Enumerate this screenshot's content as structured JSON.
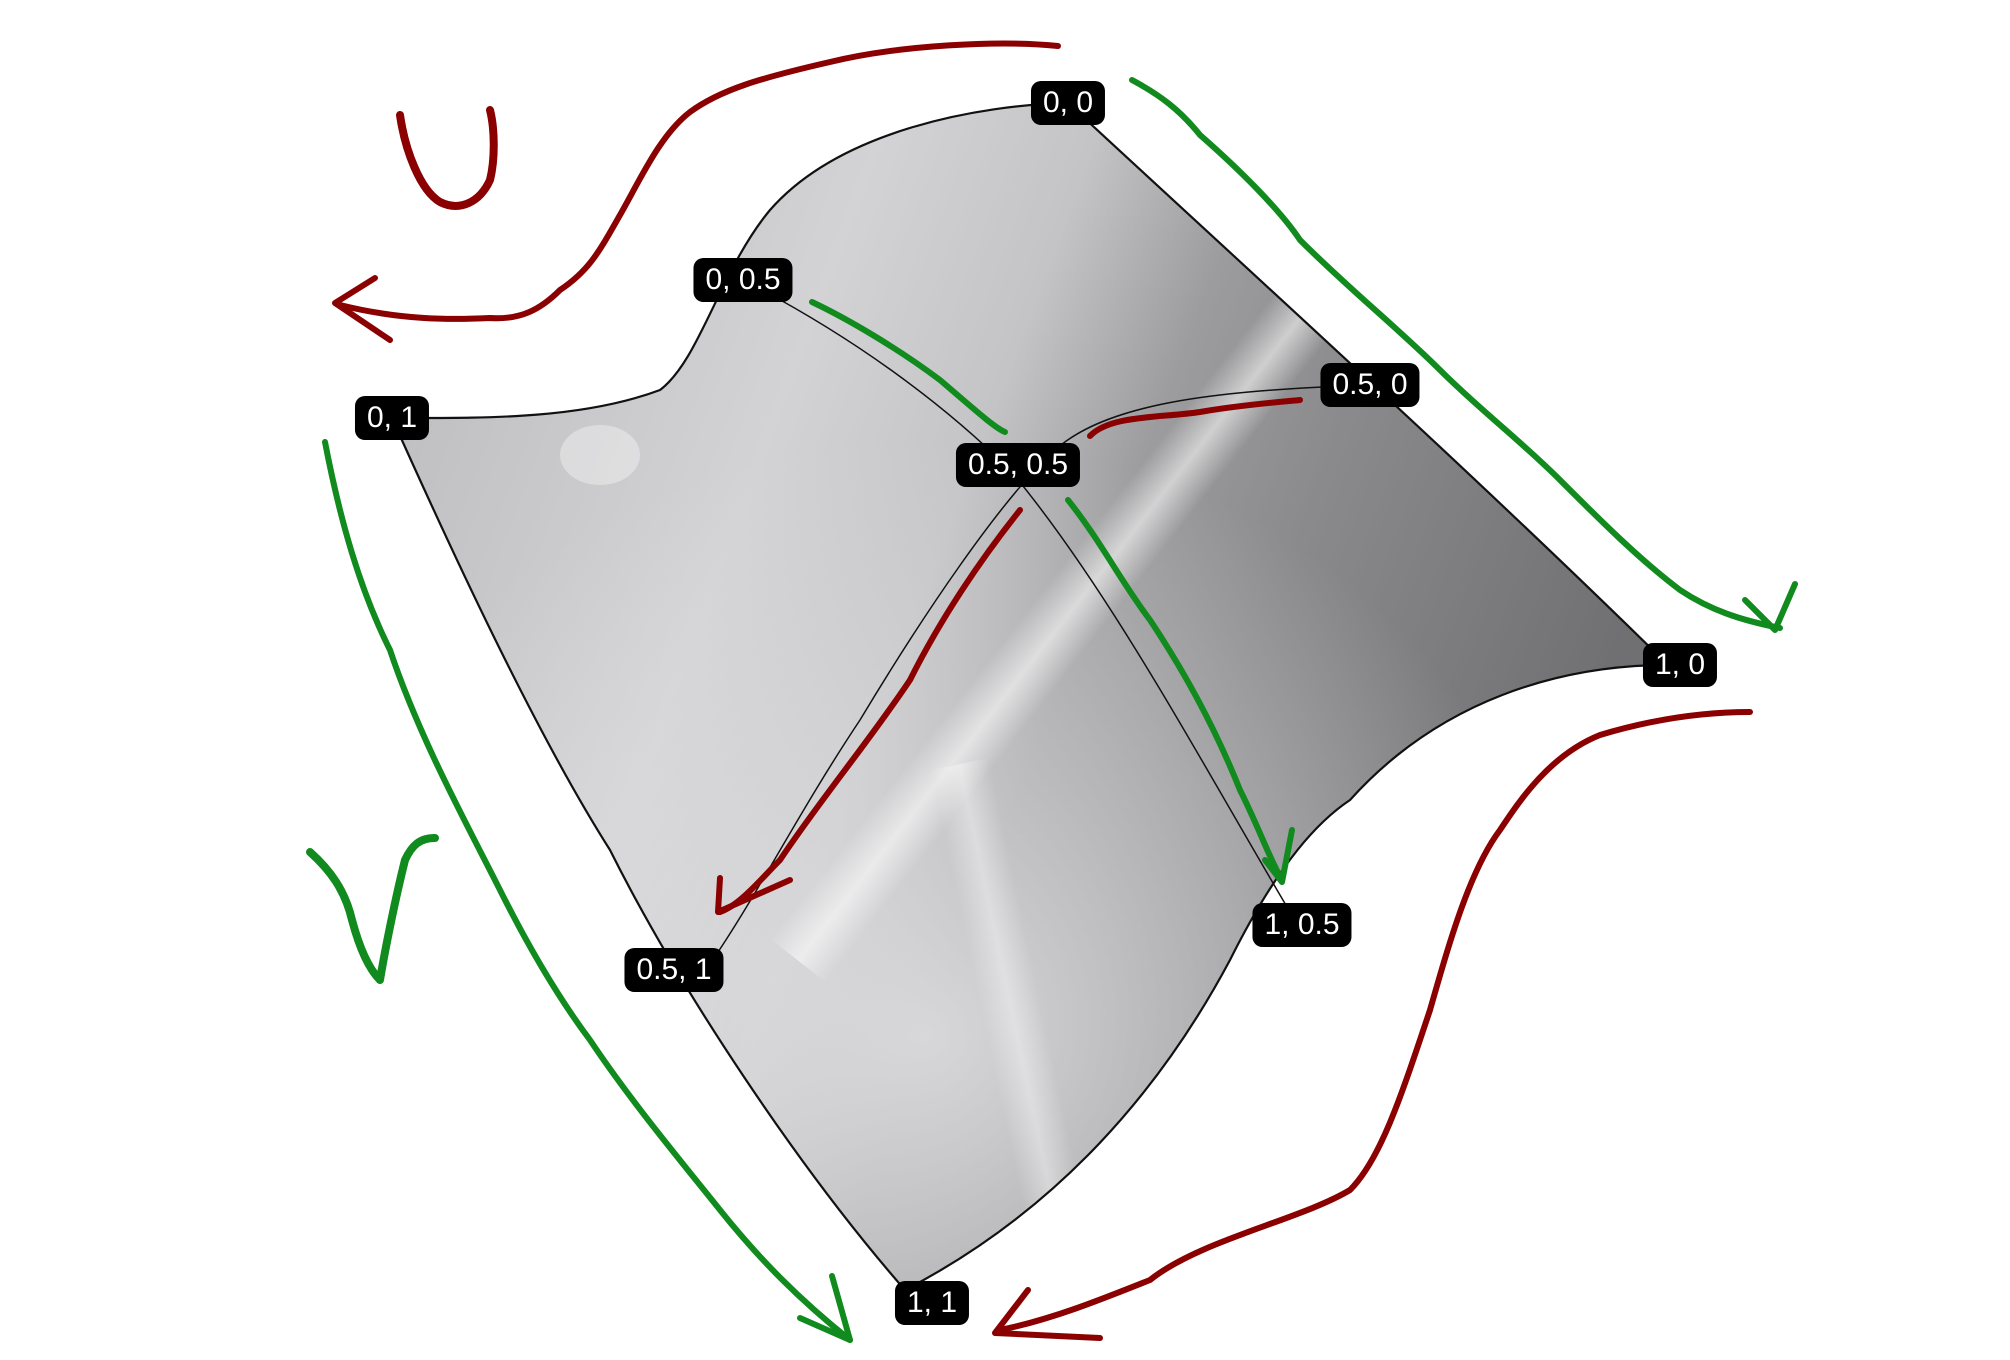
{
  "colors": {
    "u_stroke": "#8b0000",
    "v_stroke": "#118a1e",
    "surface_edge": "#111111",
    "label_bg": "#000000",
    "label_text": "#ffffff"
  },
  "axes": {
    "u_letter": "U",
    "v_letter": "V"
  },
  "labels": {
    "p00": "0, 0",
    "p0_05": "0, 0.5",
    "p01": "0, 1",
    "p05_0": "0.5, 0",
    "p05_05": "0.5, 0.5",
    "p05_1": "0.5, 1",
    "p10": "1, 0",
    "p1_05": "1, 0.5",
    "p11": "1, 1"
  }
}
